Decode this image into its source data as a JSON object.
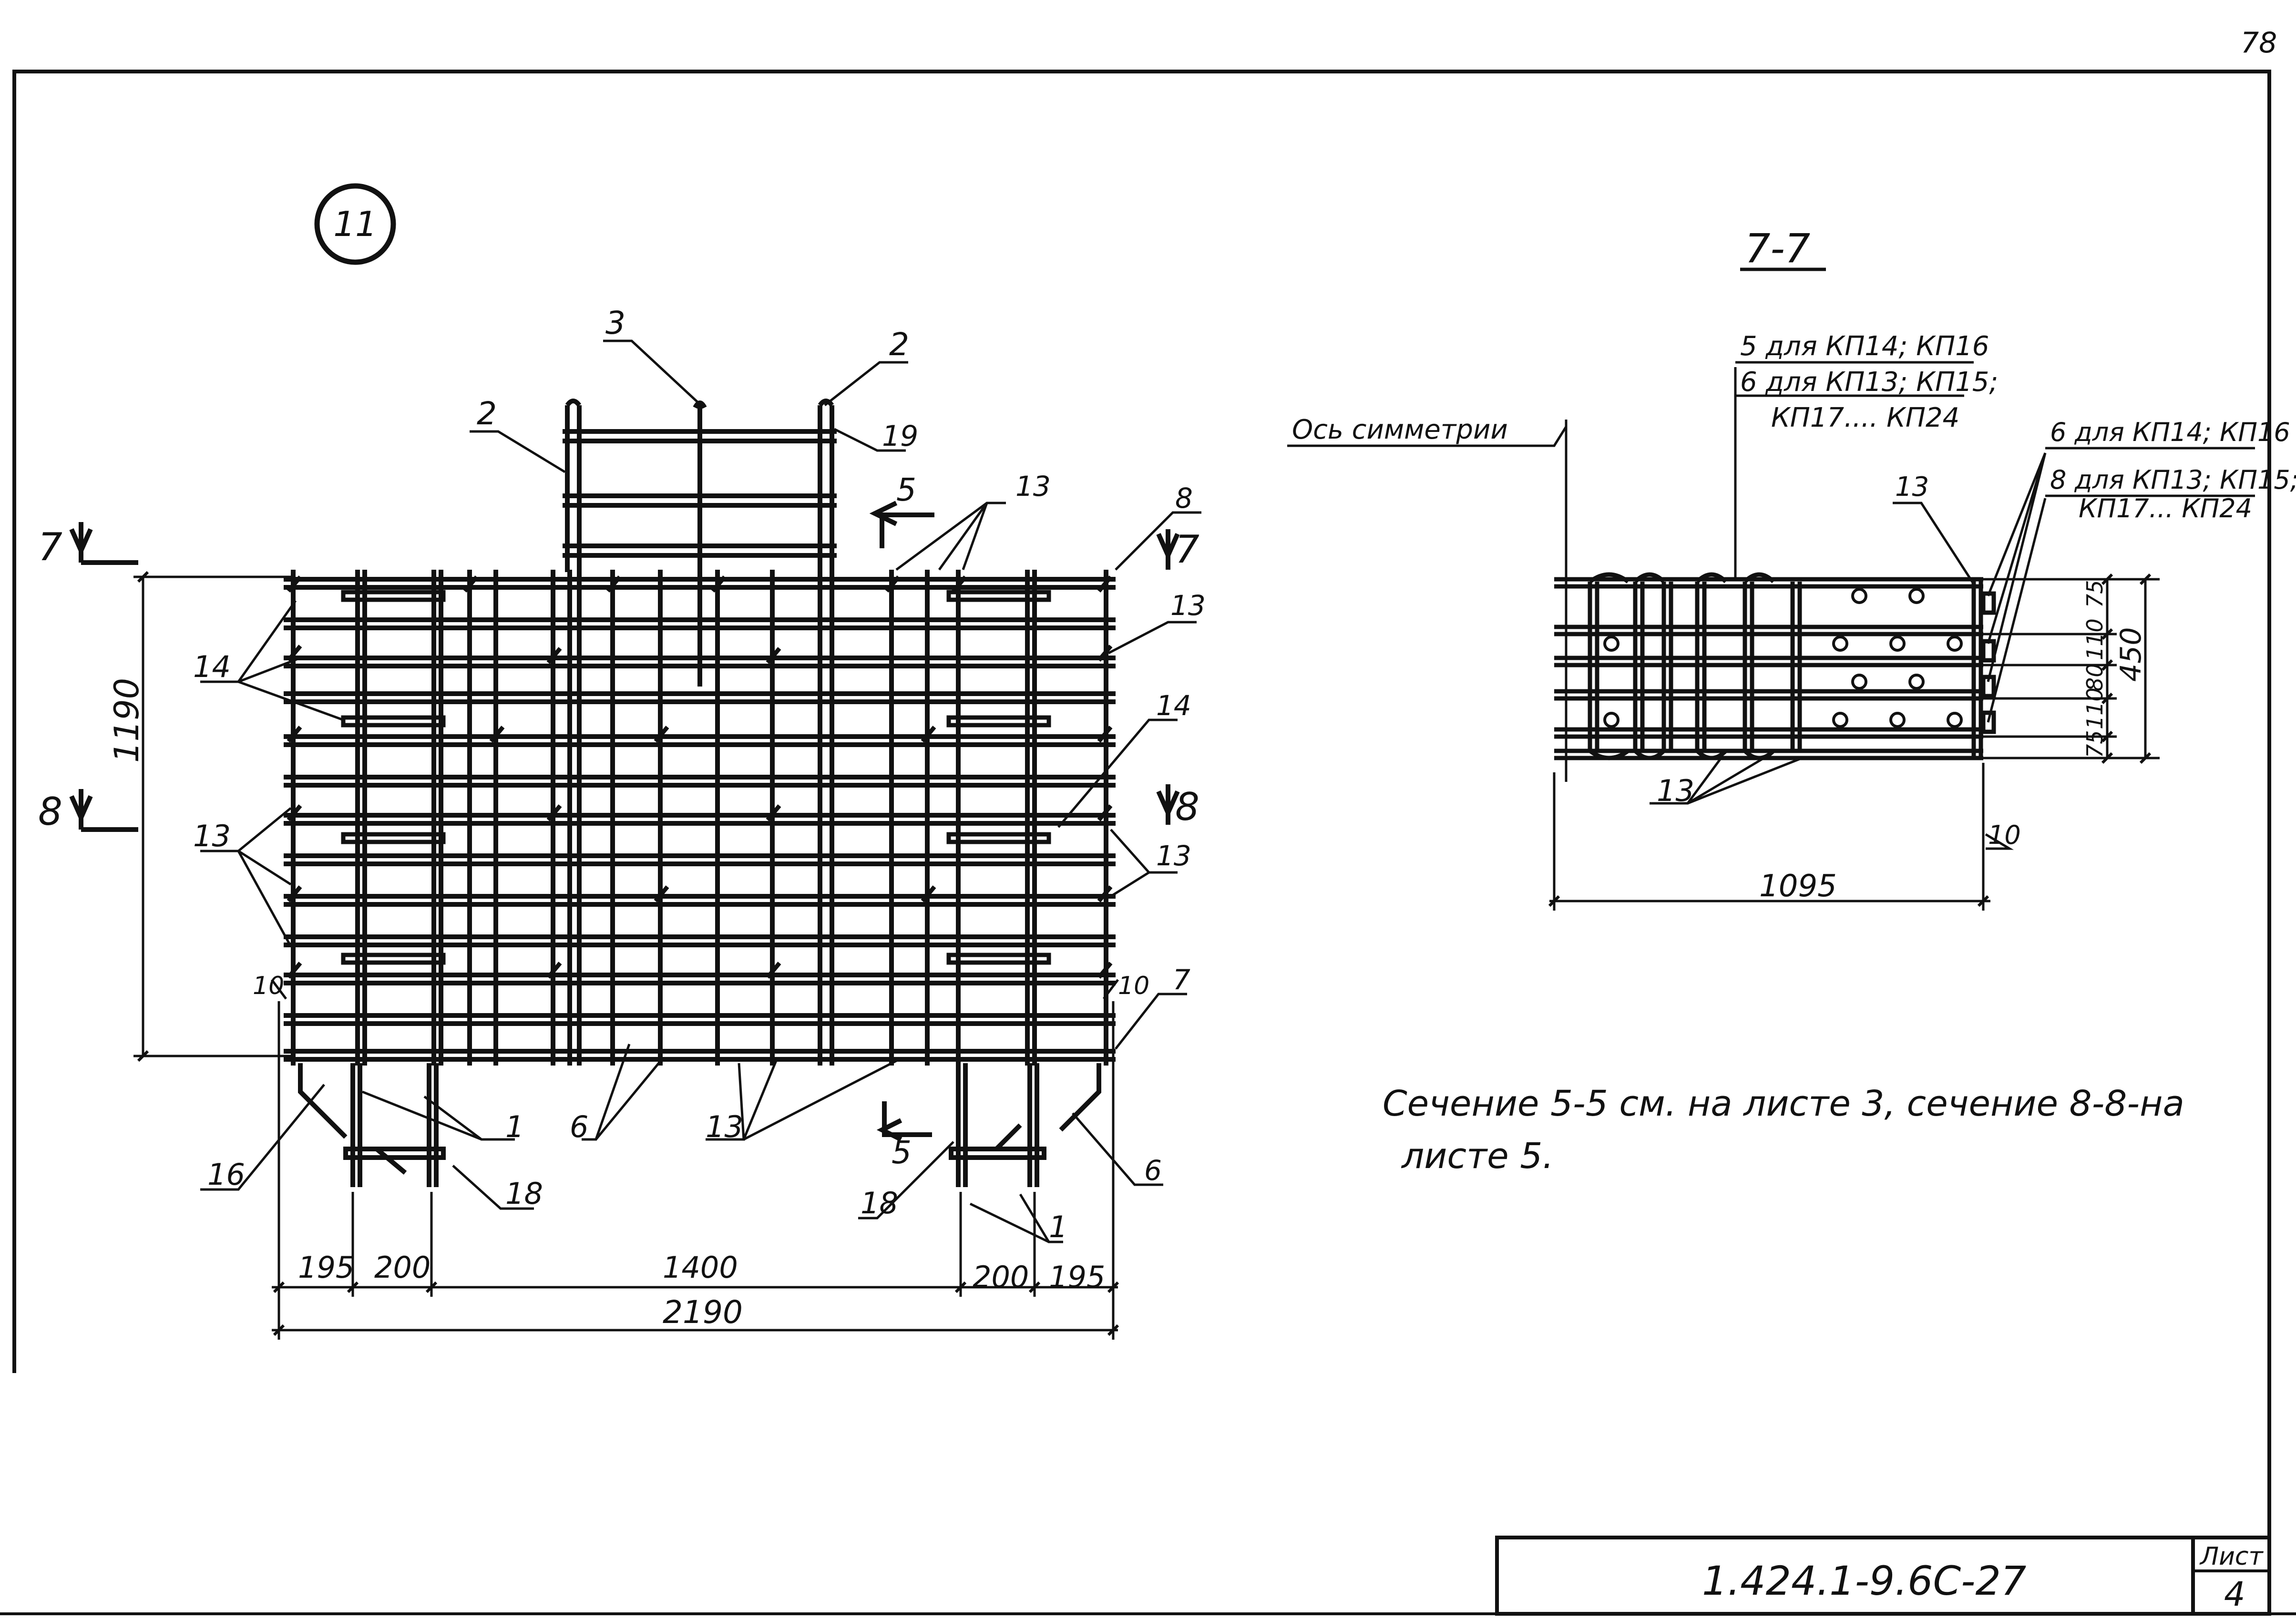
{
  "page_number": "78",
  "detail_mark": "11",
  "left_view": {
    "marks": {
      "m2_left": "2",
      "m2_right": "2",
      "m3": "3",
      "m19": "19",
      "m13_top": "13",
      "m8_top": "8",
      "m13_right_a": "13",
      "m14_left": "14",
      "m14_right": "14",
      "m13_left": "13",
      "m13_right_b": "13",
      "m10_left": "10",
      "m10_right": "10",
      "m7": "7",
      "m1_left": "1",
      "m6": "6",
      "m13_bottom": "13",
      "m16": "16",
      "m18_left": "18",
      "m18_right": "18",
      "m6_right": "6",
      "m1_right": "1"
    },
    "section_marks": {
      "s7_left": "7",
      "s7_right": "7",
      "s8_left": "8",
      "s8_right": "8",
      "s5_top": "5",
      "s5_bottom": "5"
    },
    "dimensions": {
      "height": "1190",
      "d195a": "195",
      "d200a": "200",
      "d1400": "1400",
      "d200b": "200",
      "d195b": "195",
      "total": "2190"
    }
  },
  "section_7_7": {
    "title": "7-7",
    "axis_label": "Ось симметрии",
    "callout_a_line1": "5 для КП14; КП16",
    "callout_a_line2": "6 для КП13; КП15;",
    "callout_a_line3": "КП17.... КП24",
    "callout_b_line1": "6 для КП14; КП16",
    "callout_b_line2": "8 для КП13; КП15;",
    "callout_b_line3": "КП17... КП24",
    "m13_top": "13",
    "m13_bottom": "13",
    "m10": "10",
    "width_dim": "1095",
    "height_dim": "450",
    "d75a": "75",
    "d110a": "110",
    "d80": "80",
    "d110b": "110",
    "d75b": "75"
  },
  "note_line1": "Сечение  5-5  см. на  листе  3, сечение  8-8-на",
  "note_line2": "листе  5.",
  "title_block": {
    "code": "1.424.1-9.6С-27",
    "sheet_label": "Лист",
    "sheet_number": "4"
  }
}
